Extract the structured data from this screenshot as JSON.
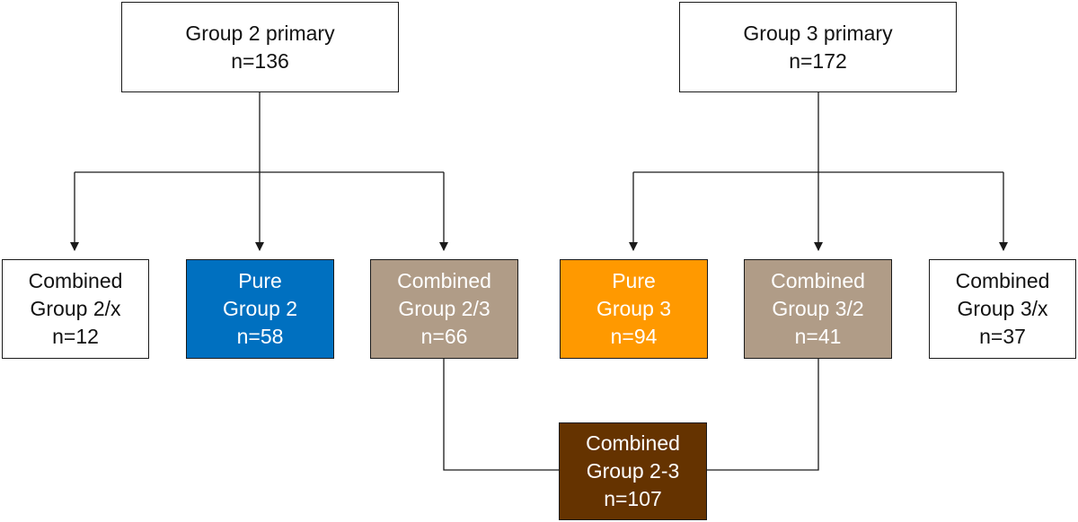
{
  "colors": {
    "white": "#ffffff",
    "pure_group_2": "#0070c0",
    "combined_mixed": "#b09c87",
    "pure_group_3": "#ff9900",
    "combined_group_2_3": "#653300",
    "line": "#1a1a1a"
  },
  "nodes": {
    "group2_primary": {
      "line1": "Group 2 primary",
      "line2": "n=136"
    },
    "group3_primary": {
      "line1": "Group 3 primary",
      "line2": "n=172"
    },
    "combined_2x": {
      "line1": "Combined",
      "line2": "Group 2/x",
      "line3": "n=12"
    },
    "pure_2": {
      "line1": "Pure",
      "line2": "Group 2",
      "line3": "n=58"
    },
    "combined_2_3": {
      "line1": "Combined",
      "line2": "Group 2/3",
      "line3": "n=66"
    },
    "pure_3": {
      "line1": "Pure",
      "line2": "Group 3",
      "line3": "n=94"
    },
    "combined_3_2": {
      "line1": "Combined",
      "line2": "Group 3/2",
      "line3": "n=41"
    },
    "combined_3x": {
      "line1": "Combined",
      "line2": "Group 3/x",
      "line3": "n=37"
    },
    "combined_2_dash_3": {
      "line1": "Combined",
      "line2": "Group 2-3",
      "line3": "n=107"
    }
  }
}
